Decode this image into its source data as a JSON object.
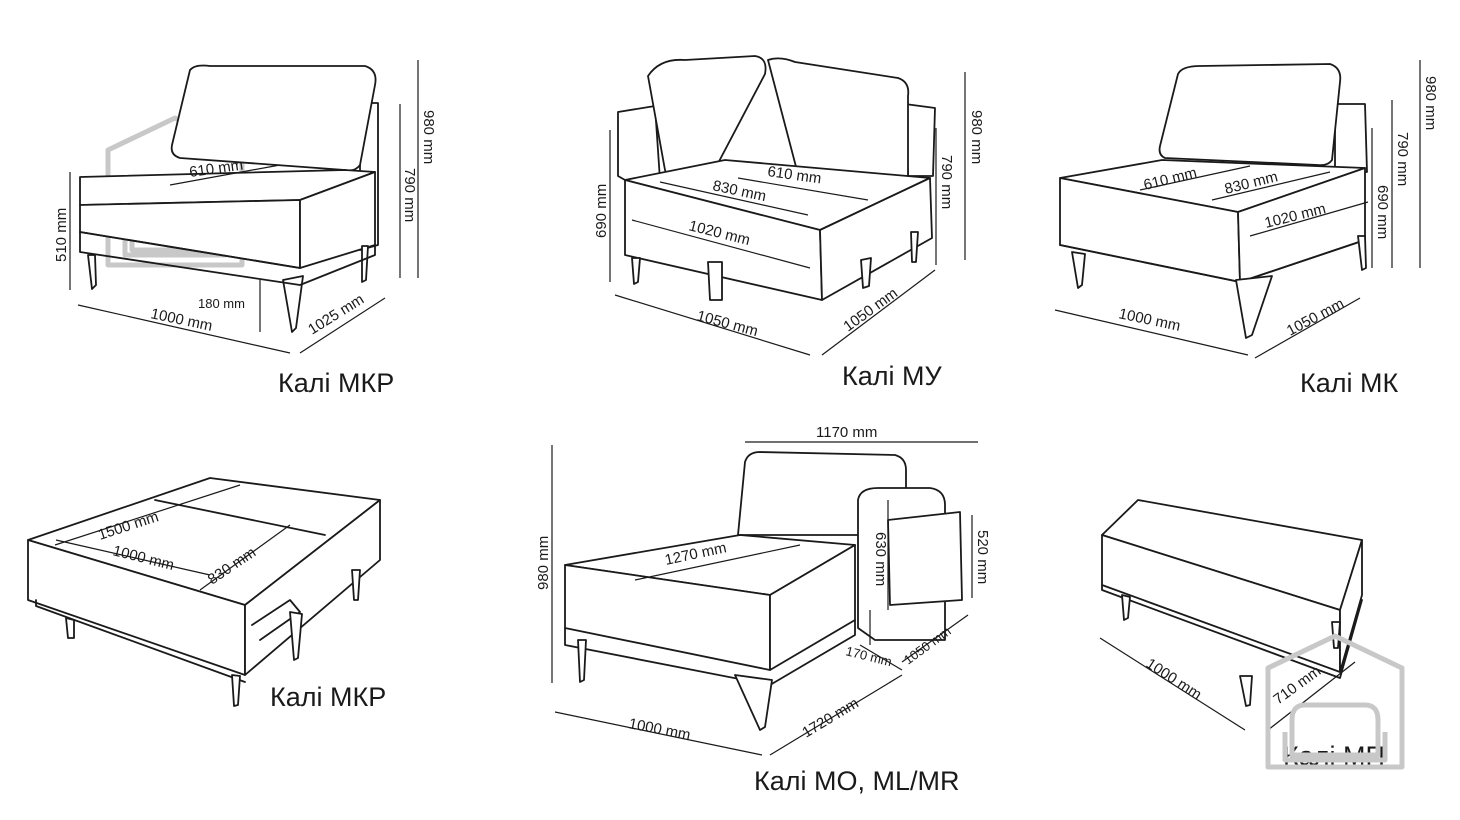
{
  "modules": [
    {
      "name": "Калі МКР",
      "dims": {
        "height_back": "980 mm",
        "height_arm": "790 mm",
        "height_seat": "510 mm",
        "seat_depth": "610 mm",
        "leg": "180 mm",
        "width": "1000 mm",
        "depth": "1025 mm"
      }
    },
    {
      "name": "Калі МУ",
      "dims": {
        "height_back": "980 mm",
        "height_arm": "790 mm",
        "height_side": "690 mm",
        "seat_depth": "610 mm",
        "seat_diag": "830 mm",
        "seat_width": "1020 mm",
        "width": "1050 mm",
        "depth": "1050 mm"
      }
    },
    {
      "name": "Калі МК",
      "dims": {
        "height_back": "980 mm",
        "height_arm": "790 mm",
        "height_side": "690 mm",
        "seat_depth": "610 mm",
        "seat_diag": "830 mm",
        "seat_width": "1020 mm",
        "width": "1000 mm",
        "depth": "1050 mm"
      }
    },
    {
      "name": "Калі МКР",
      "dims": {
        "bed_length": "1500 mm",
        "bed_width": "1000 mm",
        "bed_part": "830 mm"
      }
    },
    {
      "name": "Калі МО, ML/MR",
      "dims": {
        "total_width": "1170 mm",
        "height": "980 mm",
        "seat_length": "1270 mm",
        "box_height": "630 mm",
        "box_front": "520 mm",
        "box_inset": "170 mm",
        "box_depth": "1050 mm",
        "width": "1000 mm",
        "depth": "1720 mm"
      }
    },
    {
      "name": "Калі МП",
      "dims": {
        "width": "1000 mm",
        "depth": "710 mm"
      }
    }
  ],
  "icons": [
    "house-sofa-watermark-icon"
  ],
  "colors": {
    "line": "#1a1a1a",
    "watermark": "#c8c8c8",
    "background": "#ffffff"
  }
}
